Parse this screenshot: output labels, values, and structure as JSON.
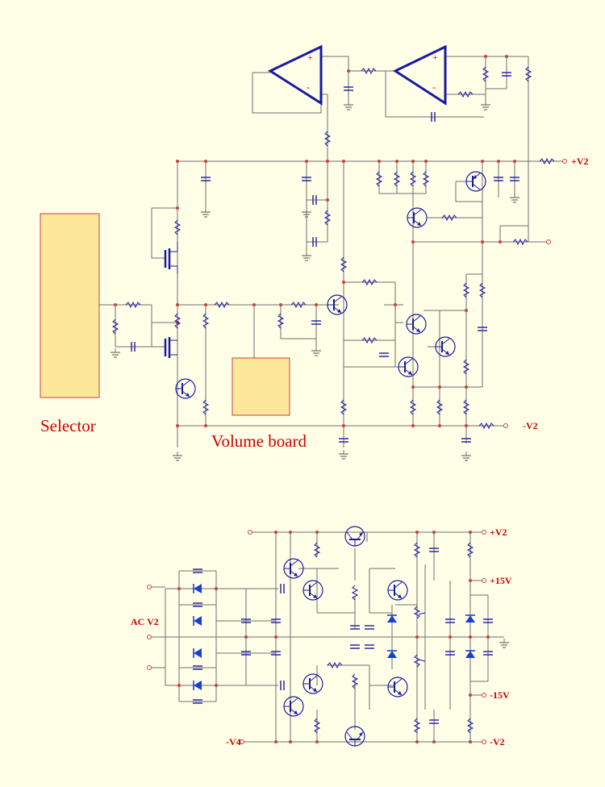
{
  "colors": {
    "background": "#ffffe8",
    "wire": "#6e6e6e",
    "component": "#1a1aa0",
    "label": "#cc0000",
    "diode": "#1a40d0",
    "block_fill": "#fde79a",
    "block_stroke": "#c84040"
  },
  "blocks": {
    "selector": "Selector",
    "volume": "Volume board"
  },
  "rails": {
    "pos_v2_top": "+V2",
    "neg_v2_top": "-V2",
    "pos_v2_psu": "+V2",
    "pos_15v": "+15V",
    "neg_15v": "-15V",
    "neg_v4": "-V4",
    "neg_v2_psu": "-V2",
    "ac_v2": "AC V2"
  },
  "opamps": {
    "plus": "+",
    "minus": "-"
  },
  "icons": [
    "npn-transistor-icon",
    "pnp-transistor-icon",
    "mosfet-icon",
    "resistor-icon",
    "capacitor-icon",
    "ground-icon",
    "diode-icon",
    "opamp-icon"
  ]
}
